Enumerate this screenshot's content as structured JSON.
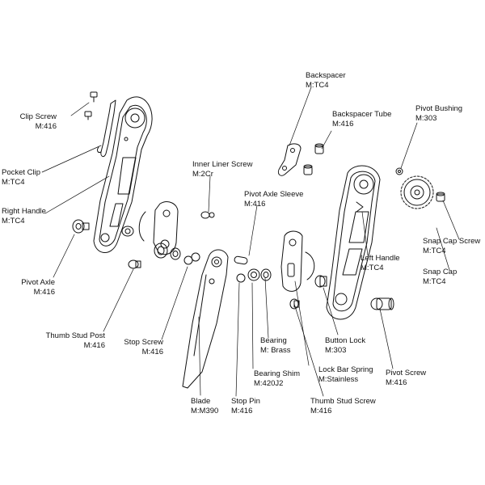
{
  "parts": {
    "clip_screw": {
      "name": "Clip Screw",
      "material": "M:416"
    },
    "pocket_clip": {
      "name": "Pocket Clip",
      "material": "M:TC4"
    },
    "right_handle": {
      "name": "Right Handle",
      "material": "M:TC4"
    },
    "pivot_axle": {
      "name": "Pivot Axle",
      "material": "M:416"
    },
    "thumb_stud_post": {
      "name": "Thumb Stud Post",
      "material": "M:416"
    },
    "stop_screw": {
      "name": "Stop Screw",
      "material": "M:416"
    },
    "inner_liner_screw": {
      "name": "Inner Liner Screw",
      "material": "M:2Cr"
    },
    "pivot_axle_sleeve": {
      "name": "Pivot Axle Sleeve",
      "material": "M:416"
    },
    "backspacer": {
      "name": "Backspacer",
      "material": "M:TC4"
    },
    "backspacer_tube": {
      "name": "Backspacer Tube",
      "material": "M:416"
    },
    "pivot_bushing": {
      "name": "Pivot Bushing",
      "material": "M:303"
    },
    "snap_cap_screw": {
      "name": "Snap Cap Screw",
      "material": "M:TC4"
    },
    "snap_cap": {
      "name": "Snap Cap",
      "material": "M:TC4"
    },
    "left_handle": {
      "name": "Left Handle",
      "material": "M:TC4"
    },
    "button_lock": {
      "name": "Button Lock",
      "material": "M:303"
    },
    "pivot_screw": {
      "name": "Pivot Screw",
      "material": "M:416"
    },
    "bearing": {
      "name": "Bearing",
      "material": "M: Brass"
    },
    "bearing_shim": {
      "name": "Bearing Shim",
      "material": "M:420J2"
    },
    "lock_bar_spring": {
      "name": "Lock Bar Spring",
      "material": "M:Stainless"
    },
    "thumb_stud_screw": {
      "name": "Thumb Stud Screw",
      "material": "M:416"
    },
    "blade": {
      "name": "Blade",
      "material": "M:M390"
    },
    "stop_pin": {
      "name": "Stop Pin",
      "material": "M:416"
    }
  }
}
